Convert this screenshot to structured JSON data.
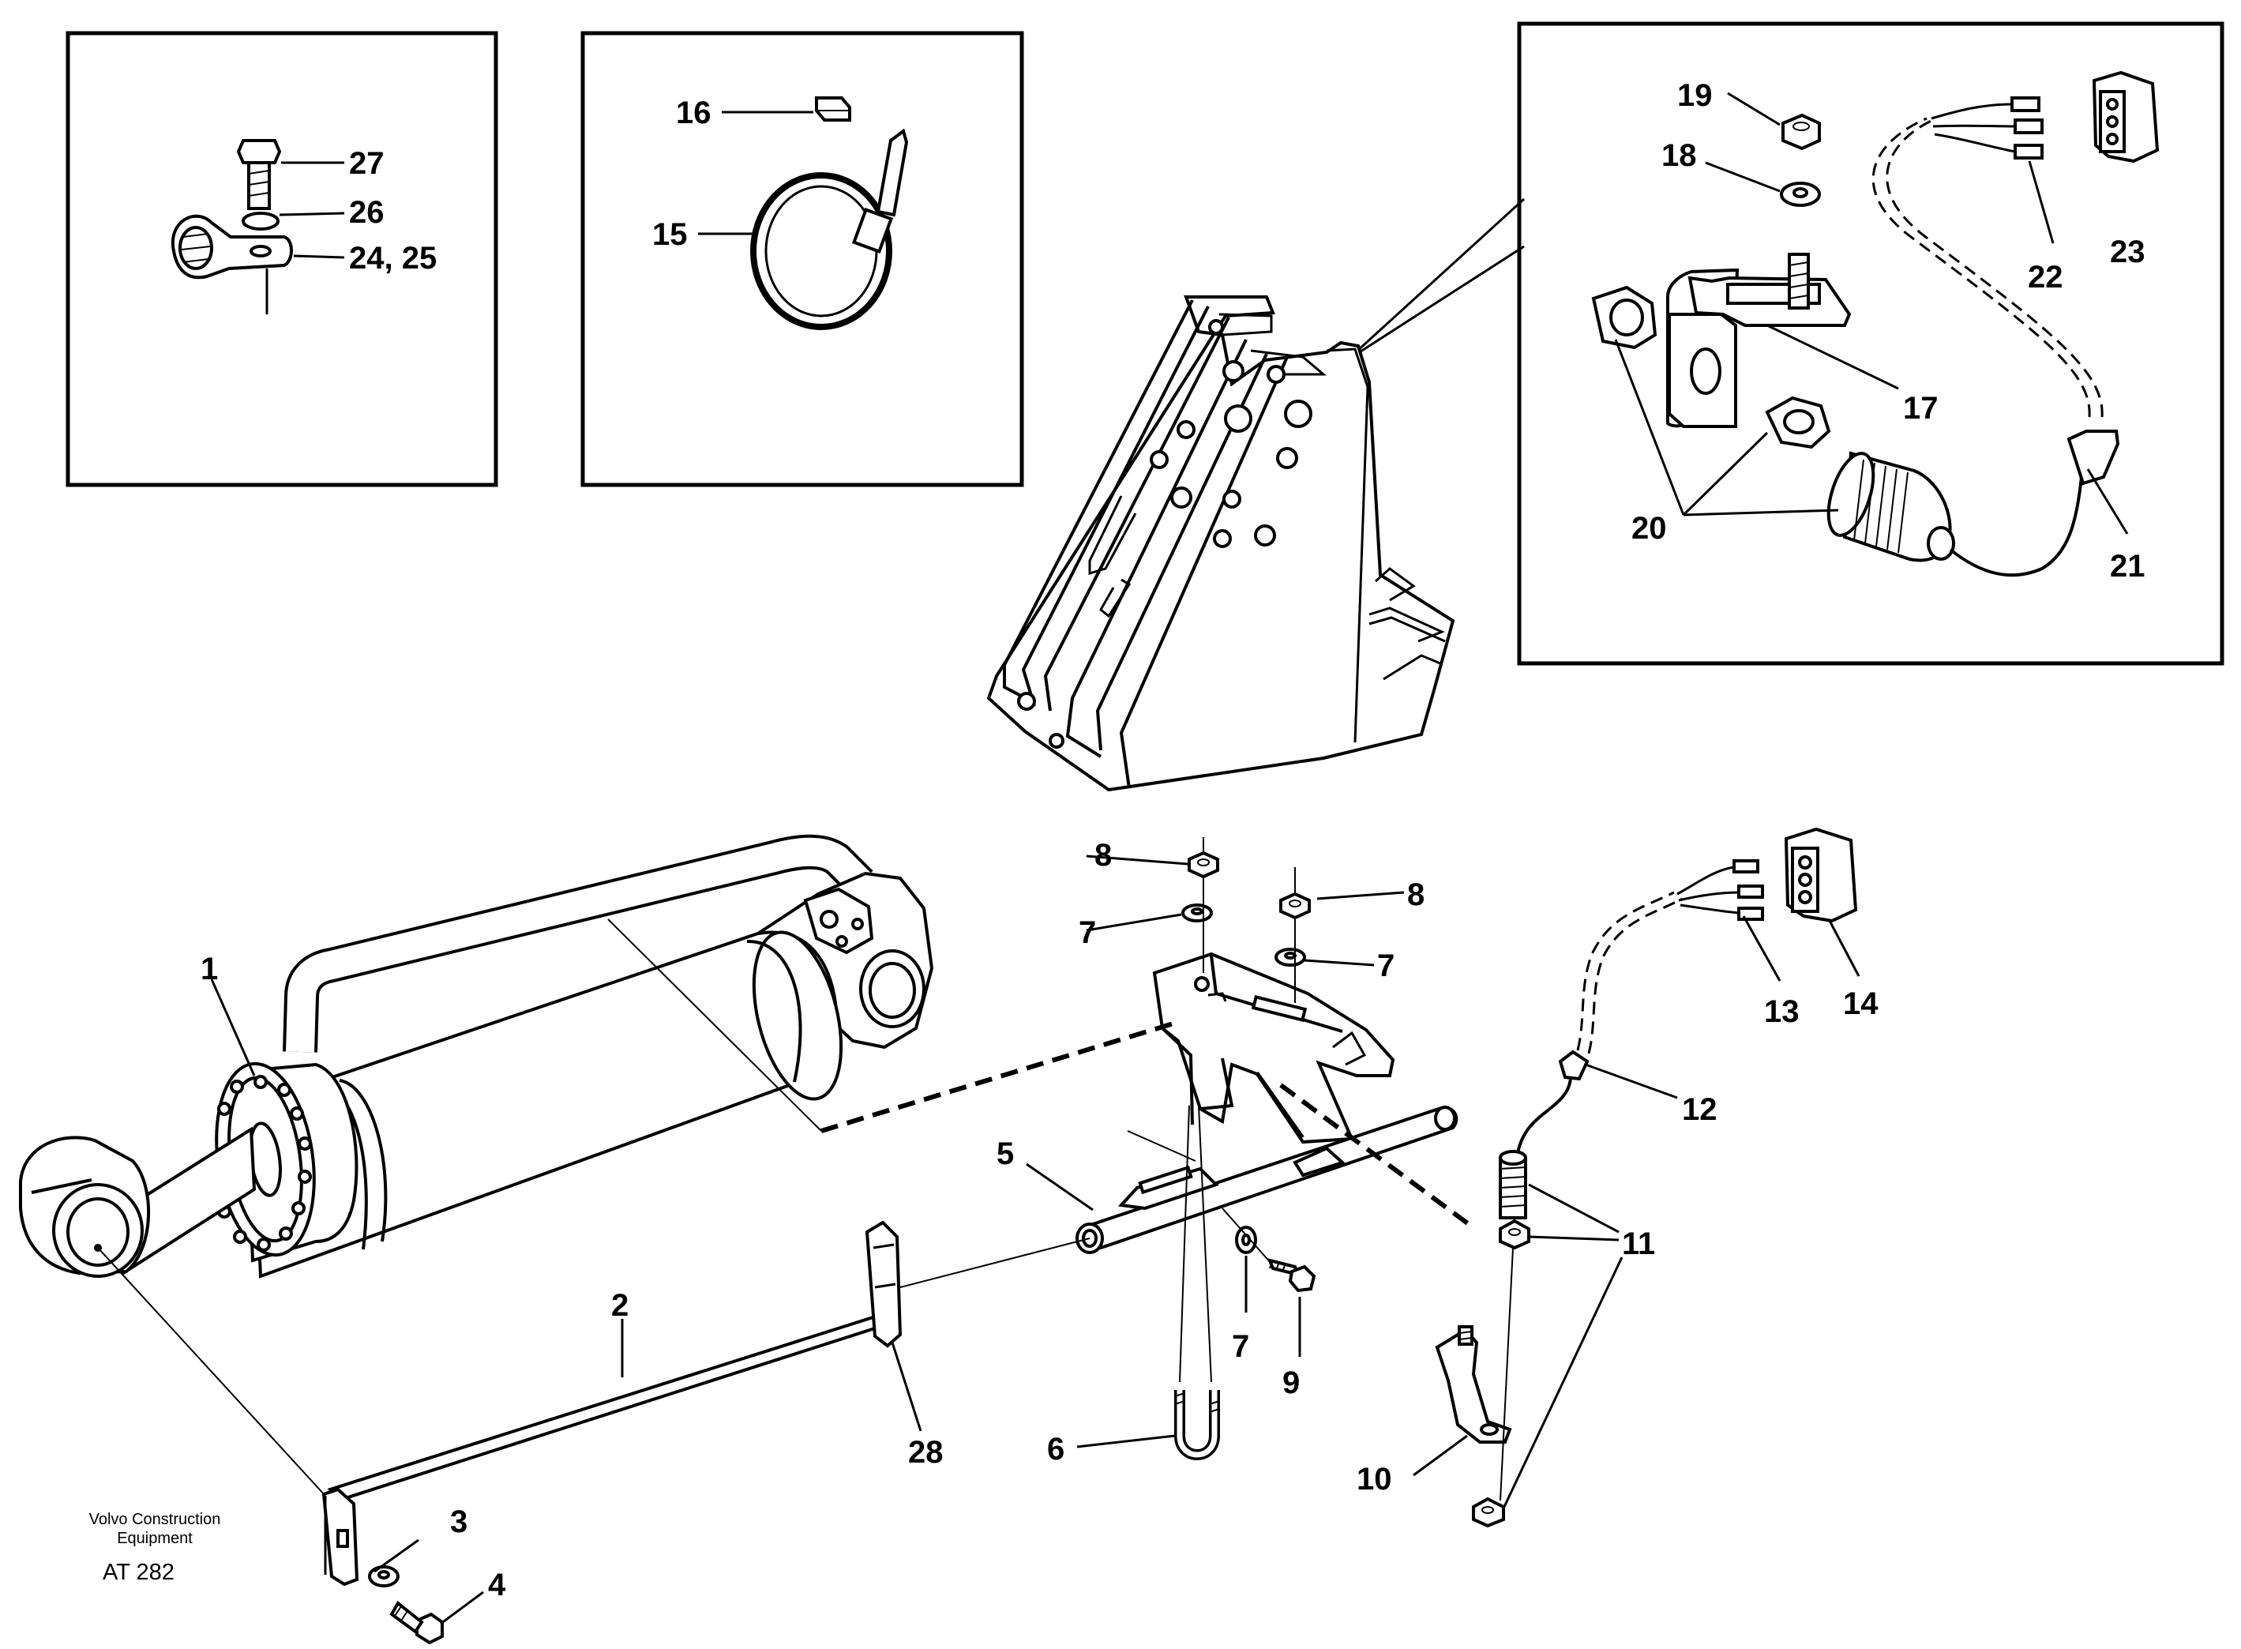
{
  "publisher": {
    "line1": "Volvo Construction",
    "line2": "Equipment",
    "code": "AT 282"
  },
  "callouts": {
    "c1": "1",
    "c2": "2",
    "c3": "3",
    "c4": "4",
    "c5": "5",
    "c6": "6",
    "c7a": "7",
    "c7b": "7",
    "c7c": "7",
    "c8a": "8",
    "c8b": "8",
    "c9": "9",
    "c10": "10",
    "c11": "11",
    "c12": "12",
    "c13": "13",
    "c14": "14",
    "c15": "15",
    "c16": "16",
    "c17": "17",
    "c18": "18",
    "c19": "19",
    "c20": "20",
    "c21": "21",
    "c22": "22",
    "c23": "23",
    "c2425": "24, 25",
    "c26": "26",
    "c27": "27",
    "c28": "28"
  }
}
